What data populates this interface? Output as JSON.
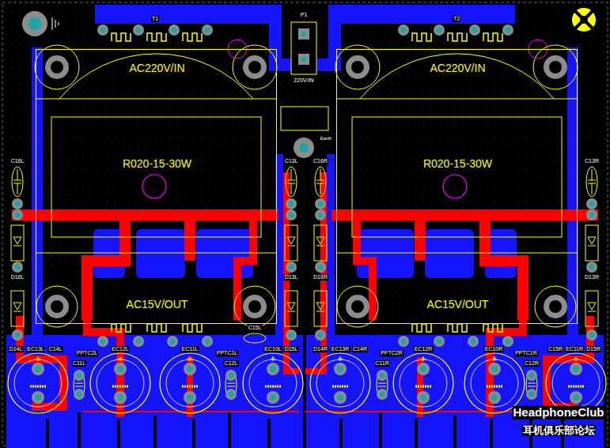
{
  "diagram": {
    "nodes": [
      {
        "text": [
          "AC220V/IN",
          "R020-15-30W",
          "AC15V/OUT"
        ]
      },
      {
        "text": [
          "AC220V/IN",
          "R020-15-30W",
          "AC15V/OUT"
        ]
      }
    ],
    "labels": [
      "T1",
      "P1",
      "T2",
      "220V/IN",
      "Earth",
      "C16L",
      "C13L",
      "C16R",
      "C13R",
      "D16L",
      "D13L",
      "D16R",
      "D13R",
      "C15L",
      "D14L",
      "EC13L",
      "C14L",
      "PPTC2L",
      "EC12L",
      "EC11L",
      "PPTC1L",
      "EC10L",
      "D15L",
      "D14R",
      "EC13R",
      "C14R",
      "PPTC2R",
      "EC12R",
      "EC10R",
      "PPTC1R",
      "C15R",
      "EC11R",
      "D15R",
      "C11L",
      "C12L",
      "C11R",
      "C12R",
      "HeadphoneClub",
      "耳机俱乐部论坛"
    ]
  }
}
